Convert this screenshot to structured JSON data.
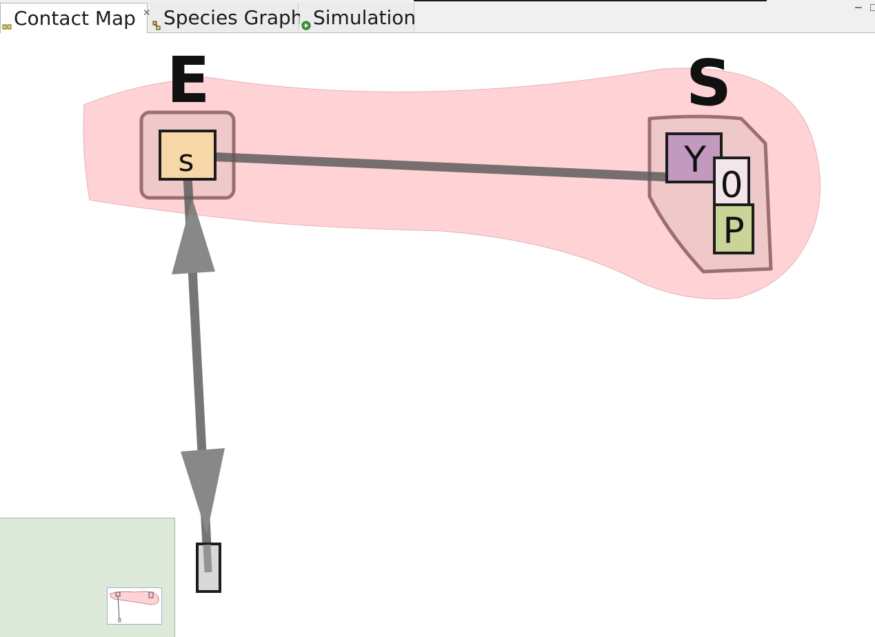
{
  "tabs": [
    {
      "label": "Contact Map",
      "icon": "contact-map-icon",
      "active": true,
      "closable": true
    },
    {
      "label": "Species Graph",
      "icon": "species-graph-icon",
      "active": false
    },
    {
      "label": "Simulation",
      "icon": "simulation-play-icon",
      "active": false
    }
  ],
  "close_glyph": "✕",
  "contact_map": {
    "agents": [
      {
        "name": "E",
        "sites": [
          "s"
        ]
      },
      {
        "name": "S",
        "sites": [
          "Y",
          "0",
          "P"
        ]
      }
    ],
    "colors": {
      "complex_fill": "#ffd3d6",
      "agent_fill": "#efc8ca",
      "agent_border": "#9a6e72",
      "site_s": "#f7d7a8",
      "site_y": "#c29ac0",
      "site_0": "#f3e6ea",
      "site_p": "#c9d596",
      "edge": "#6a6a6a",
      "overview_bg": "#dde9d9"
    }
  }
}
